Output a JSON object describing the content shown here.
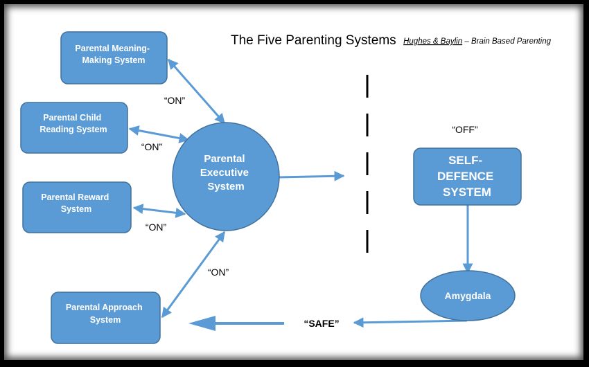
{
  "title": {
    "main": "The Five Parenting Systems",
    "credit_name": "Hughes & Baylin",
    "credit_dash": " – ",
    "credit_work": "Brain Based Parenting"
  },
  "nodes": {
    "meaning_making": [
      "Parental Meaning-",
      "Making System"
    ],
    "child_reading": [
      "Parental Child",
      "Reading System"
    ],
    "reward": [
      "Parental Reward",
      "System"
    ],
    "approach": [
      "Parental Approach",
      "System"
    ],
    "executive": [
      "Parental",
      "Executive",
      "System"
    ],
    "self_defence": [
      "SELF-",
      "DEFENCE",
      "SYSTEM"
    ],
    "amygdala": "Amygdala"
  },
  "labels": {
    "on_1": "“ON”",
    "on_2": "“ON”",
    "on_3": "“ON”",
    "on_4": "“ON”",
    "off": "“OFF”",
    "safe": "“SAFE”"
  },
  "colors": {
    "node_fill": "#5b9bd5",
    "node_stroke": "#41719c",
    "arrow": "#5b9bd5",
    "text_on_node": "#ffffff"
  }
}
